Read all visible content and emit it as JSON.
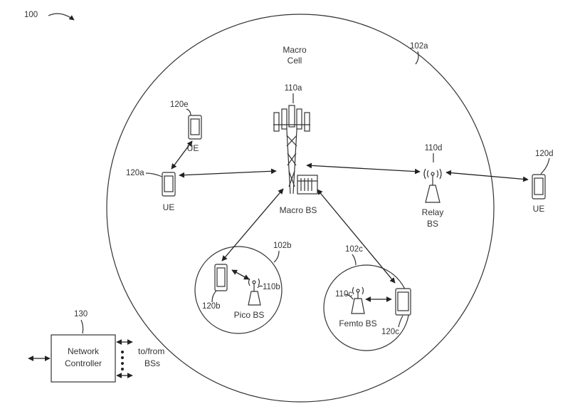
{
  "figure": {
    "ref_main": "100",
    "macro_cell": {
      "line1": "Macro",
      "line2": "Cell",
      "ref": "102a"
    },
    "macro_bs": {
      "label": "Macro BS",
      "ref": "110a"
    },
    "relay_bs": {
      "line1": "Relay",
      "line2": "BS",
      "ref": "110d"
    },
    "pico_cell_ref": "102b",
    "pico_bs": {
      "label": "Pico BS",
      "ref": "110b"
    },
    "femto_cell_ref": "102c",
    "femto_bs": {
      "label": "Femto BS",
      "ref": "110c"
    },
    "ue_120a": {
      "label": "UE",
      "ref": "120a"
    },
    "ue_120e": {
      "label": "UE",
      "ref": "120e"
    },
    "ue_120d": {
      "label": "UE",
      "ref": "120d"
    },
    "ue_120b": {
      "ref": "120b"
    },
    "ue_120c": {
      "ref": "120c"
    },
    "network_controller": {
      "line1": "Network",
      "line2": "Controller",
      "ref": "130"
    },
    "to_from": {
      "line1": "to/from",
      "line2": "BSs"
    }
  }
}
